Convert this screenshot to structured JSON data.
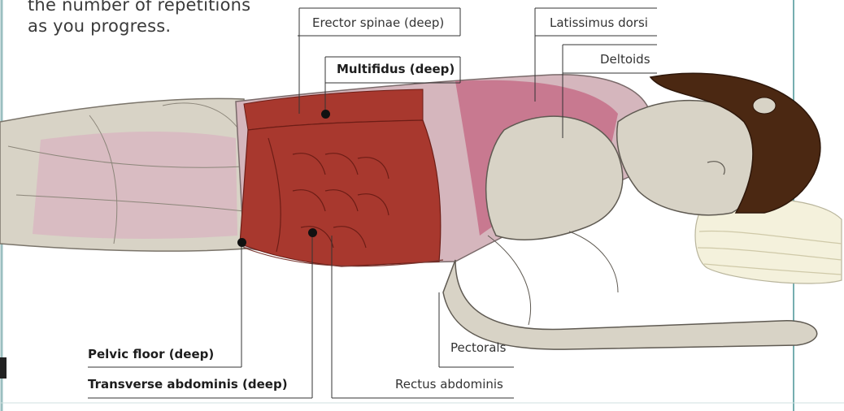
{
  "intro": {
    "line1": "the number of repetitions",
    "line2": "as you progress."
  },
  "labels": {
    "erector_spinae": "Erector spinae (deep)",
    "latissimus_dorsi": "Latissimus dorsi",
    "multifidus": "Multifidus (deep)",
    "deltoids": "Deltoids",
    "pelvic_floor": "Pelvic floor (deep)",
    "transverse_abdominis": "Transverse abdominis (deep)",
    "pectorals": "Pectorals",
    "rectus_abdominis": "Rectus abdominis"
  },
  "colors": {
    "muscle_red": "#a8382e",
    "muscle_pink": "#cf8a9c",
    "skin": "#d8d3c6",
    "hair": "#4b2812",
    "towel": "#f4f1dc",
    "frame_teal": "#76aeb0"
  }
}
